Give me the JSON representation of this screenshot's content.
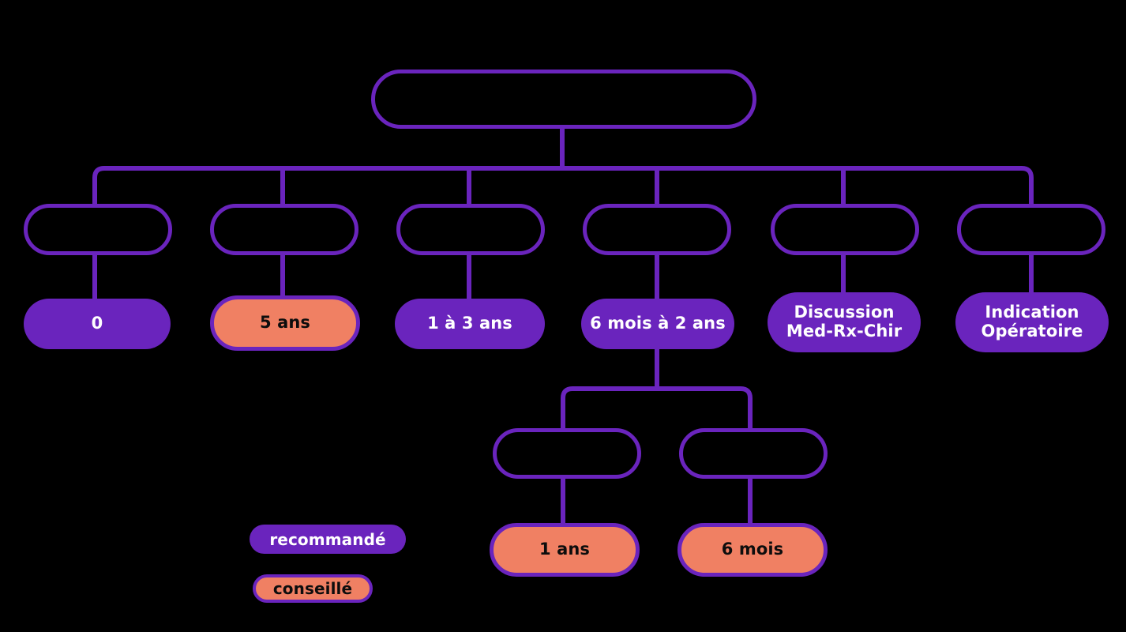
{
  "diagram": {
    "title": "",
    "colors": {
      "background": "#000000",
      "stroke": "#6a24bd",
      "recommended_fill": "#6a24bd",
      "recommended_text": "#ffffff",
      "advised_fill": "#f08063",
      "advised_text": "#0d0d0d"
    },
    "root": {
      "label": ""
    },
    "level2": [
      {
        "label": ""
      },
      {
        "label": ""
      },
      {
        "label": ""
      },
      {
        "label": ""
      },
      {
        "label": ""
      },
      {
        "label": ""
      }
    ],
    "level3": [
      {
        "label": "0",
        "style": "recommande"
      },
      {
        "label": "5 ans",
        "style": "conseille"
      },
      {
        "label": "1 à 3 ans",
        "style": "recommande"
      },
      {
        "label": "6 mois à 2 ans",
        "style": "recommande"
      },
      {
        "label": "Discussion\nMed-Rx-Chir",
        "style": "recommande"
      },
      {
        "label": "Indication\nOpératoire",
        "style": "recommande"
      }
    ],
    "sublevel_parents": [
      {
        "label": ""
      },
      {
        "label": ""
      }
    ],
    "sublevel_leaves": [
      {
        "label": "1 ans",
        "style": "conseille"
      },
      {
        "label": "6 mois",
        "style": "conseille"
      }
    ],
    "legend": {
      "recommended": "recommandé",
      "advised": "conseillé"
    }
  }
}
